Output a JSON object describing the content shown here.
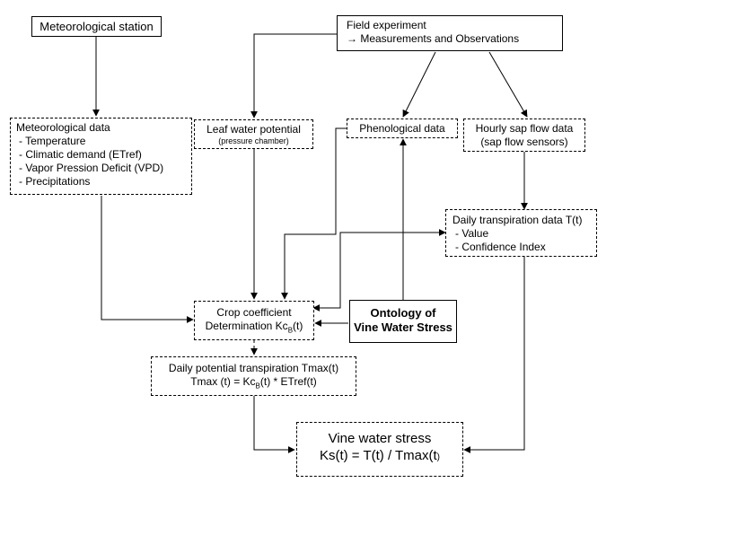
{
  "boxes": {
    "met_station": "Meteorological station",
    "field_exp": {
      "line1": "Field experiment",
      "line2": "→ Measurements and Observations"
    },
    "met_data": {
      "title": "Meteorological data",
      "items": [
        "- Temperature",
        "- Climatic demand (ETref)",
        "- Vapor Pression Deficit (VPD)",
        "- Precipitations"
      ]
    },
    "leaf_water": {
      "title": "Leaf water potential",
      "sub": "(pressure chamber)"
    },
    "phenological": "Phenological data",
    "sap_flow": {
      "line1": "Hourly sap flow data",
      "line2": "(sap flow sensors)"
    },
    "daily_transp": {
      "title": "Daily transpiration data T(t)",
      "items": [
        "- Value",
        "- Confidence Index"
      ]
    },
    "crop_coef": {
      "line1": "Crop coefficient",
      "line2_pre": "Determination Kc",
      "line2_sub": "B",
      "line2_post": "(t)"
    },
    "ontology": {
      "line1": "Ontology of",
      "line2": "Vine Water Stress"
    },
    "potential_transp": {
      "line1": "Daily potential transpiration Tmax(t)",
      "line2_pre": "Tmax (t) = Kc",
      "line2_sub": "B",
      "line2_post": "(t) * ETref(t)"
    },
    "vine_stress": {
      "line1": "Vine water stress",
      "line2_pre": "Ks(t) = T(t) / Tmax(t",
      "line2_tail": ")"
    }
  }
}
